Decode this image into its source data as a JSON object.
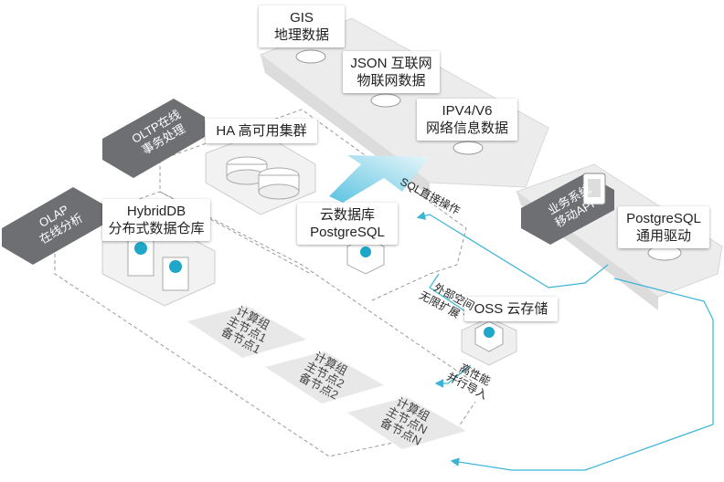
{
  "sources": {
    "gis": [
      "GIS",
      "地理数据"
    ],
    "json": [
      "JSON 互联网",
      "物联网数据"
    ],
    "ipv": [
      "IPV4/V6",
      "网络信息数据"
    ]
  },
  "sql_direct": "SQL直接操作",
  "oltp_tab": [
    "OLTP在线",
    "事务处理"
  ],
  "olap_tab": [
    "OLAP",
    "在线分析"
  ],
  "ha_cluster": "HA 高可用集群",
  "hybriddb": [
    "HybridDB",
    "分布式数据仓库"
  ],
  "cloud_db": [
    "云数据库",
    "PostgreSQL"
  ],
  "pg_driver": [
    "PostgreSQL",
    "通用驱动"
  ],
  "app_tab": [
    "业务系统",
    "移动APP"
  ],
  "oss_storage": "OSS 云存储",
  "oss_expand": [
    "外部空间",
    "无限扩展"
  ],
  "oss_import": [
    "高性能",
    "并行导入"
  ],
  "compute_groups": [
    [
      "计算组",
      "主节点1",
      "备节点1"
    ],
    [
      "计算组",
      "主节点2",
      "备节点2"
    ],
    [
      "计算组",
      "主节点N",
      "备节点N"
    ]
  ],
  "colors": {
    "flow": "#3bb4d6",
    "tab": "#6d6f73",
    "panel": "#ebebeb",
    "accent": "#1ea7c9"
  }
}
